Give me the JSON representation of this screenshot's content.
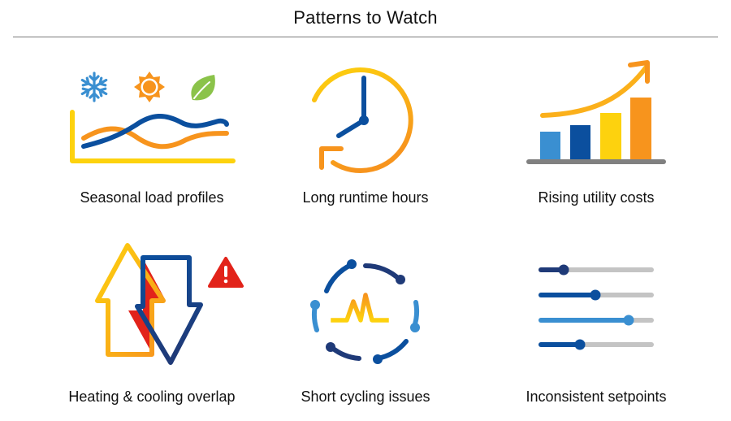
{
  "header": {
    "title": "Patterns to Watch"
  },
  "colors": {
    "navy": "#1f3a78",
    "dark_blue": "#0b4f9e",
    "light_blue": "#3a8fd1",
    "yellow": "#fdd20e",
    "orange": "#f7941d",
    "red": "#e2231a",
    "green": "#8bc34a",
    "gray": "#808080",
    "light_gray": "#c4c4c4"
  },
  "tiles": [
    {
      "label": "Seasonal load profiles",
      "icon": "seasonal-load-chart-icon"
    },
    {
      "label": "Long runtime hours",
      "icon": "clock-cycle-icon"
    },
    {
      "label": "Rising utility costs",
      "icon": "rising-bar-chart-icon"
    },
    {
      "label": "Heating & cooling overlap",
      "icon": "opposing-arrows-warning-icon"
    },
    {
      "label": "Short cycling issues",
      "icon": "cycle-spike-icon"
    },
    {
      "label": "Inconsistent setpoints",
      "icon": "sliders-icon"
    }
  ],
  "sliders": [
    {
      "percent": 22,
      "color": "#1f3a78"
    },
    {
      "percent": 49,
      "color": "#0b4f9e"
    },
    {
      "percent": 78,
      "color": "#3a8fd1"
    },
    {
      "percent": 36,
      "color": "#0b4f9e"
    }
  ]
}
